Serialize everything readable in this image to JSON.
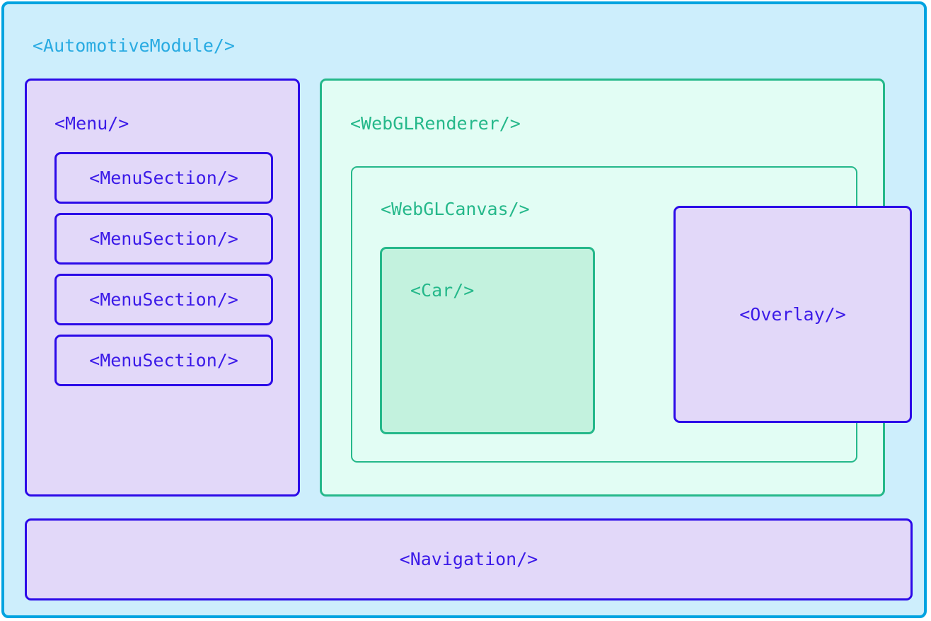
{
  "module": {
    "title": "<AutomotiveModule/>",
    "frame_color": "#00a3e0",
    "background_color": "#cdeefc",
    "title_color": "#29abe2"
  },
  "menu": {
    "title": "<Menu/>",
    "border_color": "#2c0ae8",
    "background_color": "#e2d8f9",
    "text_color": "#3b1ae8",
    "sections": [
      {
        "label": "<MenuSection/>"
      },
      {
        "label": "<MenuSection/>"
      },
      {
        "label": "<MenuSection/>"
      },
      {
        "label": "<MenuSection/>"
      }
    ]
  },
  "renderer": {
    "title": "<WebGLRenderer/>",
    "border_color": "#25b88a",
    "background_color": "#e2fdf4",
    "text_color": "#25b88a",
    "canvas": {
      "title": "<WebGLCanvas/>",
      "border_color": "#25b88a",
      "background_color": "#e2fdf4",
      "car": {
        "title": "<Car/>",
        "border_color": "#25b88a",
        "background_color": "#c3f2de"
      }
    }
  },
  "overlay": {
    "title": "<Overlay/>",
    "border_color": "#2c0ae8",
    "background_color": "#e2d8f9",
    "text_color": "#3b1ae8"
  },
  "navigation": {
    "title": "<Navigation/>",
    "border_color": "#2c0ae8",
    "background_color": "#e2d8f9",
    "text_color": "#3b1ae8"
  }
}
